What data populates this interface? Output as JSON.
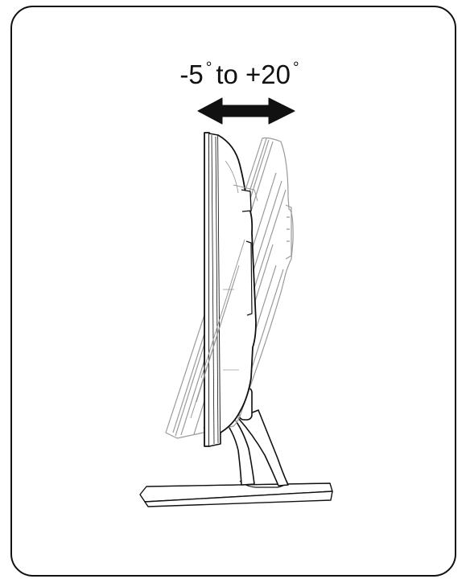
{
  "tilt_range": {
    "min_value": "-5",
    "connector": "to",
    "max_value": "+20",
    "degree_symbol": "°"
  },
  "colors": {
    "outline": "#111111",
    "ghost_outline": "#9a9a9a",
    "background": "#ffffff"
  },
  "icons": {
    "arrow": "double-headed-arrow-icon"
  }
}
